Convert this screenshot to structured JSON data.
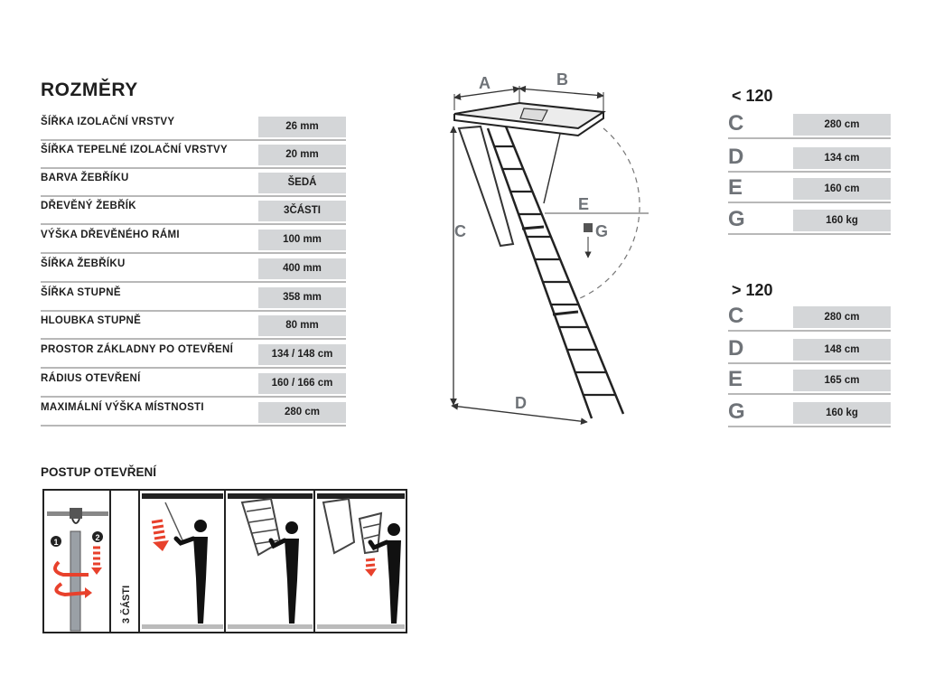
{
  "dimensions": {
    "title": "ROZMĚRY",
    "rows": [
      {
        "label": "ŠÍŘKA IZOLAČNÍ VRSTVY",
        "value": "26 mm"
      },
      {
        "label": "ŠÍŘKA TEPELNÉ IZOLAČNÍ VRSTVY",
        "value": "20 mm"
      },
      {
        "label": "BARVA ŽEBŘÍKU",
        "value": "ŠEDÁ"
      },
      {
        "label": "DŘEVĚNÝ ŽEBŘÍK",
        "value": "3ČÁSTI"
      },
      {
        "label": "VÝŠKA DŘEVĚNÉHO RÁMI",
        "value": "100 mm"
      },
      {
        "label": "ŠÍŘKA ŽEBŘÍKU",
        "value": "400 mm"
      },
      {
        "label": "ŠÍŘKA STUPNĚ",
        "value": "358 mm"
      },
      {
        "label": "HLOUBKA STUPNĚ",
        "value": "80 mm"
      },
      {
        "label": "PROSTOR ZÁKLADNY PO OTEVŘENÍ",
        "value": "134 / 148 cm"
      },
      {
        "label": "RÁDIUS OTEVŘENÍ",
        "value": "160 / 166 cm"
      },
      {
        "label": "MAXIMÁLNÍ VÝŠKA MÍSTNOSTI",
        "value": "280 cm"
      }
    ]
  },
  "diagram": {
    "labels": {
      "a": "A",
      "b": "B",
      "c": "C",
      "d": "D",
      "e": "E",
      "g": "G"
    }
  },
  "groups": [
    {
      "title": "< 120",
      "rows": [
        {
          "letter": "C",
          "value": "280 cm"
        },
        {
          "letter": "D",
          "value": "134 cm"
        },
        {
          "letter": "E",
          "value": "160 cm"
        },
        {
          "letter": "G",
          "value": "160 kg"
        }
      ]
    },
    {
      "title": "> 120",
      "rows": [
        {
          "letter": "C",
          "value": "280 cm"
        },
        {
          "letter": "D",
          "value": "148 cm"
        },
        {
          "letter": "E",
          "value": "165 cm"
        },
        {
          "letter": "G",
          "value": "160 kg"
        }
      ]
    }
  ],
  "opening": {
    "title": "POSTUP OTEVŘENÍ",
    "step1": "1",
    "step2": "2",
    "parts": "3 ČÁSTI"
  },
  "colors": {
    "accent_red": "#e8412c",
    "value_box": "#d4d6d8",
    "letter_gray": "#6f7378"
  }
}
